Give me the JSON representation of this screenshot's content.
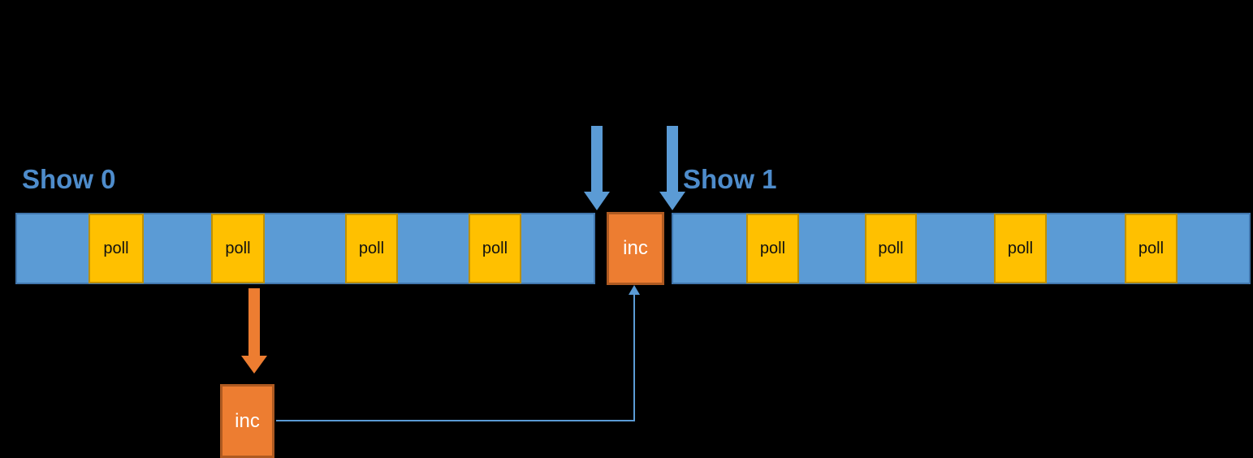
{
  "colors": {
    "background": "#000000",
    "bar_blue": "#5B9BD5",
    "bar_blue_border": "#4176AD",
    "poll_yellow": "#FFC000",
    "poll_yellow_border": "#BF9000",
    "inc_orange": "#ED7D31",
    "inc_orange_border": "#AE5A21",
    "label_blue": "#4E8CCB",
    "connector_blue": "#5B9BD5"
  },
  "frames": [
    {
      "label": "Show 0",
      "polls": [
        "poll",
        "poll",
        "poll",
        "poll"
      ]
    },
    {
      "label": "Show 1",
      "polls": [
        "poll",
        "poll",
        "poll",
        "poll"
      ]
    }
  ],
  "inc_main": {
    "label": "inc"
  },
  "inc_detached": {
    "label": "inc"
  },
  "icons": {
    "frame_boundary_left": "down-arrow",
    "frame_boundary_right": "down-arrow",
    "poll_to_inc": "down-arrow",
    "inc_feedback": "up-arrowhead"
  }
}
